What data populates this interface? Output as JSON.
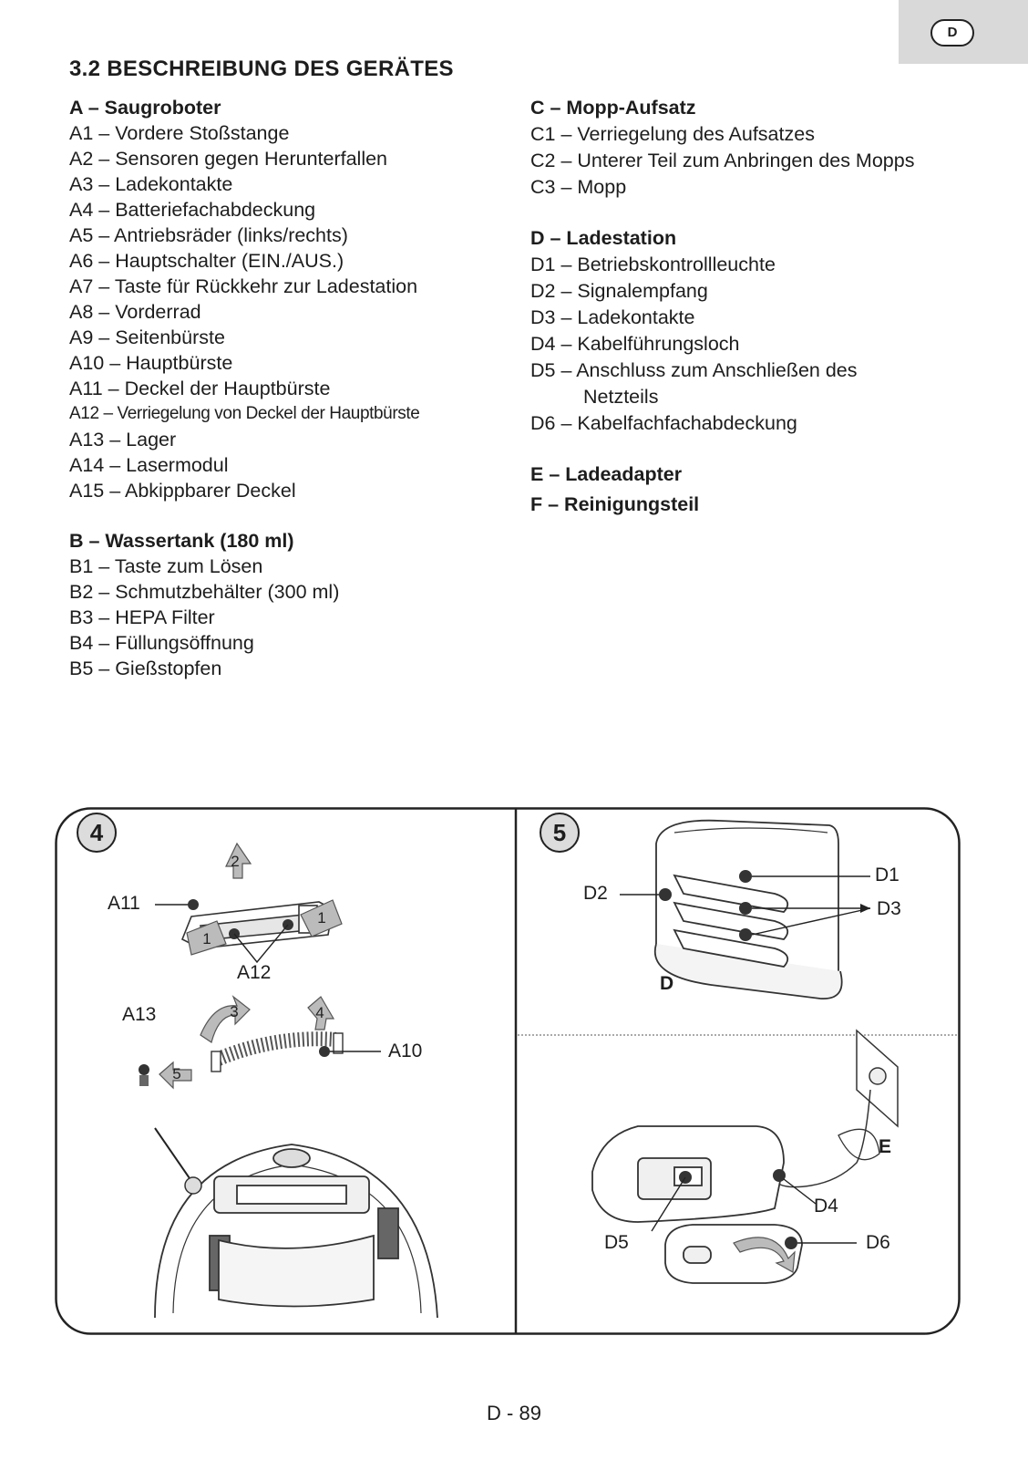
{
  "lang_tab": "D",
  "section_title": "3.2 BESCHREIBUNG DES GERÄTES",
  "left_column": [
    {
      "title": "A – Saugroboter",
      "items": [
        "A1 – Vordere Stoßstange",
        "A2 – Sensoren gegen Herunterfallen",
        "A3 – Ladekontakte",
        "A4 – Batteriefachabdeckung",
        "A5 – Antriebsräder (links/rechts)",
        "A6 – Hauptschalter (EIN./AUS.)",
        "A7 – Taste für Rückkehr zur Ladestation",
        "A8 – Vorderrad",
        "A9 – Seitenbürste",
        "A10 – Hauptbürste",
        "A11 – Deckel der Hauptbürste",
        "A12 – Verriegelung von Deckel der Hauptbürste",
        "A13 – Lager",
        "A14 – Lasermodul",
        "A15 – Abkippbarer Deckel"
      ]
    },
    {
      "title": "B – Wassertank (180 ml)",
      "items": [
        "B1 – Taste zum Lösen",
        "B2 – Schmutzbehälter (300 ml)",
        "B3 – HEPA Filter",
        "B4 – Füllungsöffnung",
        "B5 – Gießstopfen"
      ]
    }
  ],
  "right_column": [
    {
      "title": "C – Mopp-Aufsatz",
      "items": [
        "C1 – Verriegelung des Aufsatzes",
        "C2 – Unterer Teil zum Anbringen des Mopps",
        "C3 – Mopp"
      ]
    },
    {
      "title": "D – Ladestation",
      "items": [
        "D1 – Betriebskontrollleuchte",
        "D2 – Signalempfang",
        "D3 – Ladekontakte",
        "D4 – Kabelführungsloch",
        "D5 – Anschluss zum Anschließen des",
        "Netzteils",
        "D6 – Kabelfachfachabdeckung"
      ]
    },
    {
      "title": "E – Ladeadapter",
      "items": []
    },
    {
      "title": "F – Reinigungsteil",
      "items": []
    }
  ],
  "figure": {
    "panel_4": {
      "number": "4",
      "labels": {
        "a11": "A11",
        "a12": "A12",
        "a13": "A13",
        "a10": "A10"
      },
      "steps": {
        "s1a": "1",
        "s1b": "1",
        "s2": "2",
        "s3": "3",
        "s4": "4",
        "s5": "5"
      }
    },
    "panel_5": {
      "number": "5",
      "labels": {
        "d1": "D1",
        "d2": "D2",
        "d3": "D3",
        "d": "D",
        "e": "E",
        "d4": "D4",
        "d5": "D5",
        "d6": "D6"
      }
    }
  },
  "page_number": "D - 89"
}
